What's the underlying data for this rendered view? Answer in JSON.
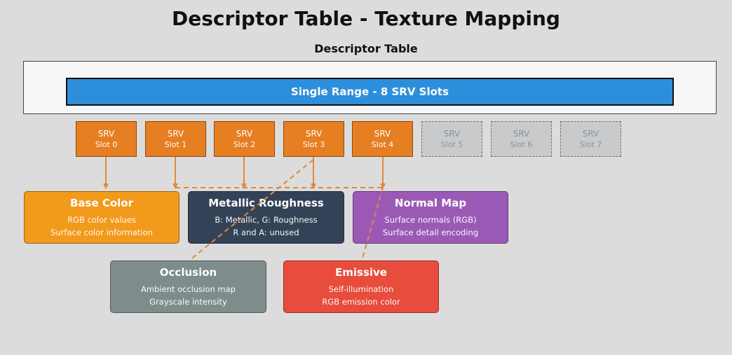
{
  "title": "Descriptor Table - Texture Mapping",
  "subtitle": "Descriptor Table",
  "range_label": "Single Range - 8 SRV Slots",
  "colors": {
    "slot_used": "#e67e22",
    "range_bar": "#2d8fdb",
    "connector": "#e08a3c"
  },
  "slots": [
    {
      "type": "SRV",
      "label": "Slot 0"
    },
    {
      "type": "SRV",
      "label": "Slot 1"
    },
    {
      "type": "SRV",
      "label": "Slot 2"
    },
    {
      "type": "SRV",
      "label": "Slot 3"
    },
    {
      "type": "SRV",
      "label": "Slot 4"
    },
    {
      "type": "SRV",
      "label": "Slot 5"
    },
    {
      "type": "SRV",
      "label": "Slot 6"
    },
    {
      "type": "SRV",
      "label": "Slot 7"
    }
  ],
  "textures": [
    {
      "title": "Base Color",
      "lines": [
        "RGB color values",
        "Surface color information"
      ],
      "color": "#f29a1b"
    },
    {
      "title": "Metallic Roughness",
      "lines": [
        "B: Metallic, G: Roughness",
        "R and A: unused"
      ],
      "color": "#334257"
    },
    {
      "title": "Normal Map",
      "lines": [
        "Surface normals (RGB)",
        "Surface detail encoding"
      ],
      "color": "#9b59b6"
    },
    {
      "title": "Occlusion",
      "lines": [
        "Ambient occlusion map",
        "Grayscale intensity"
      ],
      "color": "#7f8c8c"
    },
    {
      "title": "Emissive",
      "lines": [
        "Self-illumination",
        "RGB emission color"
      ],
      "color": "#e74c3c"
    }
  ]
}
